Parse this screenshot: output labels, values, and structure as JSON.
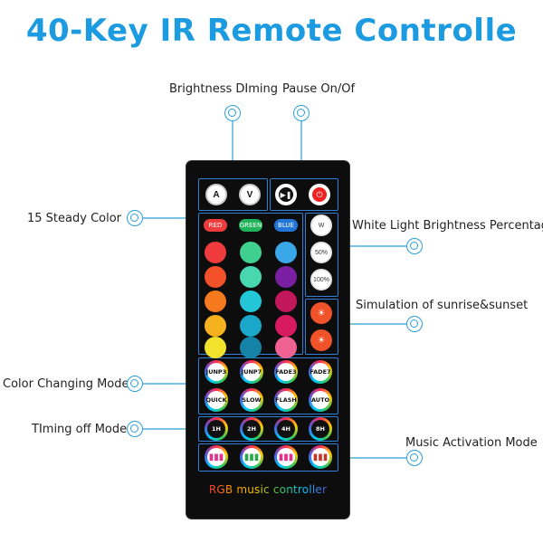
{
  "title": "40-Key IR Remote Controlle",
  "labels": {
    "brightness": "Brightness DIming",
    "pause": "Pause On/Of",
    "steady_color": "15 Steady Color",
    "white_light": "White Light Brightness Percentage",
    "sunrise": "Simulation of sunrise&sunset",
    "color_changing": "Color Changing Mode",
    "timing_off": "TIming off Mode",
    "music": "Music Activation Mode"
  },
  "remote": {
    "brand": "RGB music controller",
    "top_buttons": [
      "A",
      "V"
    ],
    "named_colors": [
      "RED",
      "GREEN",
      "BLUE"
    ],
    "mode_row1": [
      "JUNP3",
      "JUNP7",
      "FADE3",
      "FADE7"
    ],
    "mode_row2": [
      "QUICK",
      "SLOW",
      "FLASH",
      "AUTO"
    ],
    "timer_row": [
      "1H",
      "2H",
      "4H",
      "8H"
    ],
    "white_buttons": [
      "W",
      "50%",
      "100%"
    ]
  },
  "colors": {
    "accent": "#1d9be0",
    "swatches": [
      "#ef3b3b",
      "#3fcf8e",
      "#3aa8e8",
      "#f2512a",
      "#48d8b0",
      "#7b1fa2",
      "#f57a1e",
      "#23c6d6",
      "#c2185b",
      "#f5b21e",
      "#1aa7c9",
      "#d81b60",
      "#f2e22b",
      "#1583a8",
      "#f06292"
    ]
  }
}
